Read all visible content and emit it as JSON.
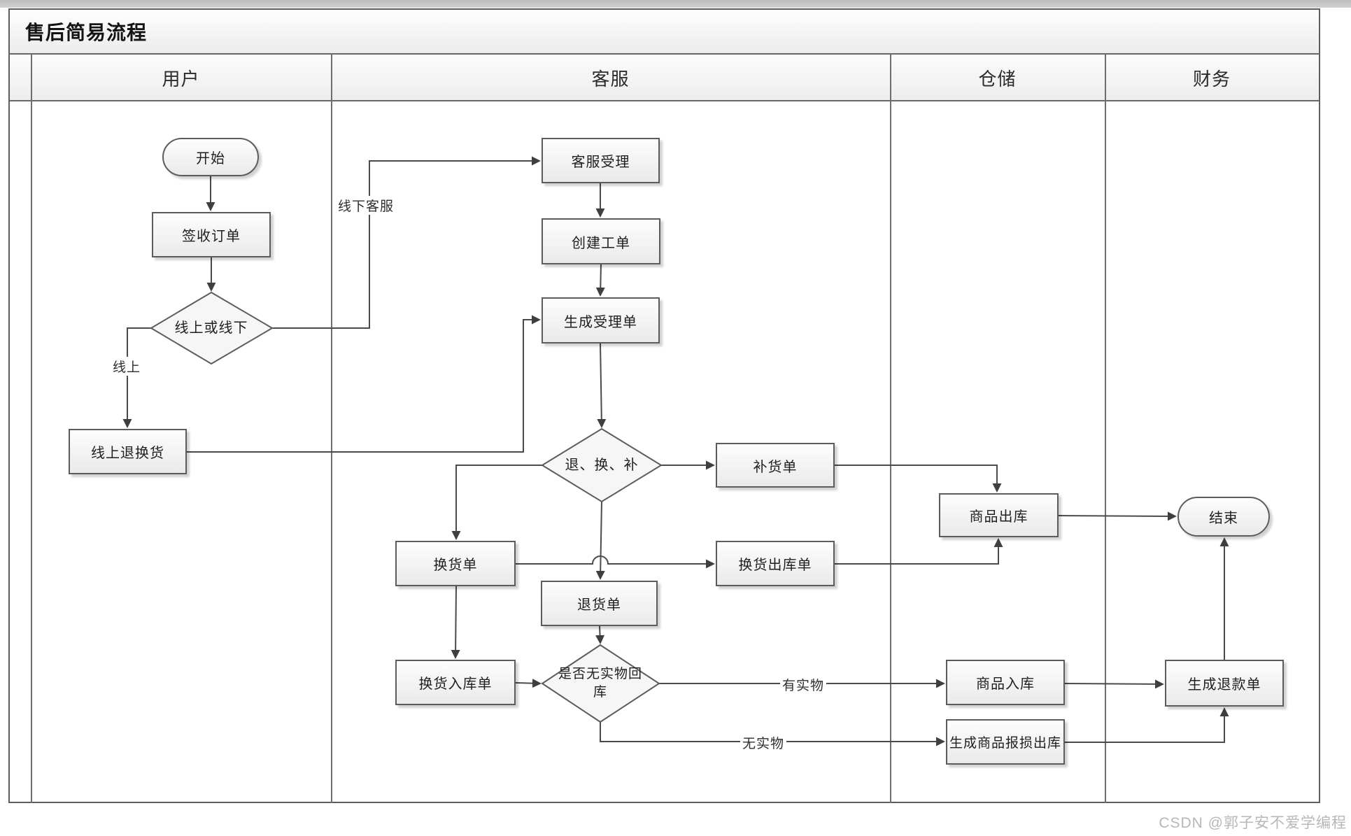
{
  "title": "售后简易流程",
  "lanes": [
    {
      "label": "用户"
    },
    {
      "label": "客服"
    },
    {
      "label": "仓储"
    },
    {
      "label": "财务"
    }
  ],
  "nodes": {
    "start": {
      "label": "开始",
      "type": "terminator"
    },
    "sign_order": {
      "label": "签收订单",
      "type": "process"
    },
    "decision_channel": {
      "label": "线上或线下",
      "type": "decision"
    },
    "online_return": {
      "label": "线上退换货",
      "type": "process"
    },
    "cs_accept": {
      "label": "客服受理",
      "type": "process"
    },
    "create_ticket": {
      "label": "创建工单",
      "type": "process"
    },
    "gen_acceptance": {
      "label": "生成受理单",
      "type": "process"
    },
    "decision_type": {
      "label": "退、换、补",
      "type": "decision"
    },
    "replenish_order": {
      "label": "补货单",
      "type": "process"
    },
    "exchange_order": {
      "label": "换货单",
      "type": "process"
    },
    "return_order": {
      "label": "退货单",
      "type": "process"
    },
    "exchange_outbound": {
      "label": "换货出库单",
      "type": "process"
    },
    "exchange_inbound": {
      "label": "换货入库单",
      "type": "process"
    },
    "decision_physical": {
      "label": "是否无实物回库",
      "type": "decision"
    },
    "goods_outbound": {
      "label": "商品出库",
      "type": "process"
    },
    "goods_inbound": {
      "label": "商品入库",
      "type": "process"
    },
    "damage_outbound": {
      "label": "生成商品报损出库",
      "type": "process"
    },
    "gen_refund": {
      "label": "生成退款单",
      "type": "process"
    },
    "end": {
      "label": "结束",
      "type": "terminator"
    }
  },
  "edge_labels": {
    "online": "线上",
    "offline_cs": "线下客服",
    "has_physical": "有实物",
    "no_physical": "无实物"
  },
  "watermark": "CSDN @郭子安不爱学编程",
  "colors": {
    "pool_border": "#5e5e5e",
    "lane_line": "#6e6e6e",
    "node_border": "#5c5c5c",
    "node_fill_top": "#fdfdfd",
    "node_fill_bottom": "#eaeaea",
    "connector": "#4a4a4a",
    "text": "#1f1f1f",
    "watermark": "#b7b7b7"
  }
}
